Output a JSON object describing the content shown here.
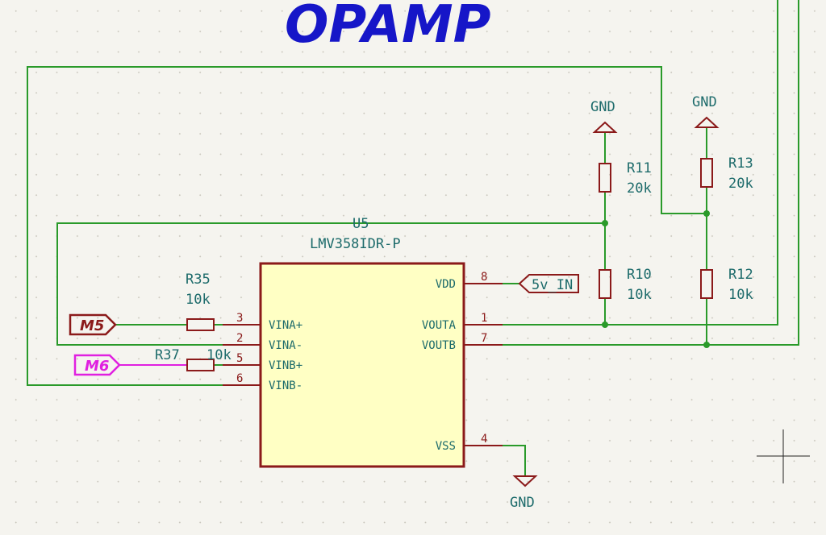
{
  "title": "OPAMP",
  "ic": {
    "ref": "U5",
    "value": "LMV358IDR-P",
    "pins_left": [
      {
        "num": "3",
        "name": "VINA+"
      },
      {
        "num": "2",
        "name": "VINA-"
      },
      {
        "num": "5",
        "name": "VINB+"
      },
      {
        "num": "6",
        "name": "VINB-"
      }
    ],
    "pins_right": [
      {
        "num": "8",
        "name": "VDD"
      },
      {
        "num": "1",
        "name": "VOUTA"
      },
      {
        "num": "7",
        "name": "VOUTB"
      },
      {
        "num": "4",
        "name": "VSS"
      }
    ]
  },
  "resistors": {
    "r35": {
      "ref": "R35",
      "value": "10k"
    },
    "r37": {
      "ref": "R37",
      "value": "10k"
    },
    "r11": {
      "ref": "R11",
      "value": "20k"
    },
    "r10": {
      "ref": "R10",
      "value": "10k"
    },
    "r13": {
      "ref": "R13",
      "value": "20k"
    },
    "r12": {
      "ref": "R12",
      "value": "10k"
    }
  },
  "power": {
    "gnd_r11": "GND",
    "gnd_r13": "GND",
    "gnd_vss": "GND",
    "vdd_label": "5v_IN"
  },
  "labels": {
    "m5": "M5",
    "m6": "M6"
  },
  "colors": {
    "wire": "#2a9a2a",
    "component": "#8b1a1a",
    "ic_fill": "#ffffc4",
    "text": "#1d6b6b",
    "title": "#1616c8",
    "m6": "#e020e0"
  }
}
